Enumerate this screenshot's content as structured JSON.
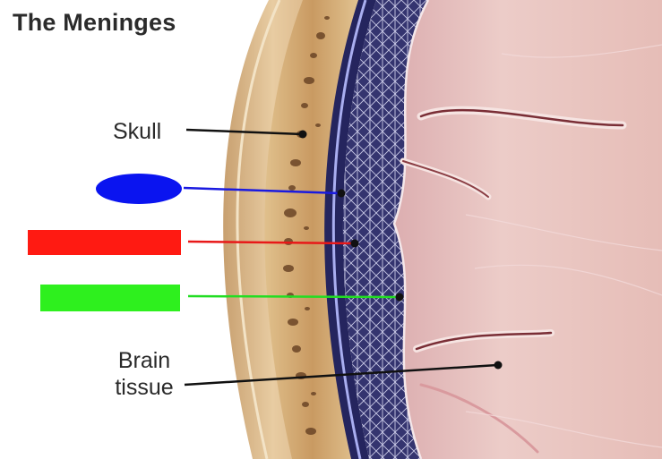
{
  "title": "The Meninges",
  "labels": {
    "skull": "Skull",
    "brain_line1": "Brain",
    "brain_line2": "tissue"
  },
  "masks": [
    {
      "name": "dura-mater-mask",
      "color": "#0a14f0"
    },
    {
      "name": "arachnoid-mask",
      "color": "#ff1a12"
    },
    {
      "name": "pia-mater-mask",
      "color": "#2ef01e"
    }
  ],
  "colors": {
    "skull_outer": "#dcb98c",
    "skull_bone": "#c9995f",
    "dura": "#2d2d6b",
    "arachnoid_web": "#3a3a78",
    "brain": "#e7c3bf",
    "brain_sulcus": "#7a2e36"
  }
}
